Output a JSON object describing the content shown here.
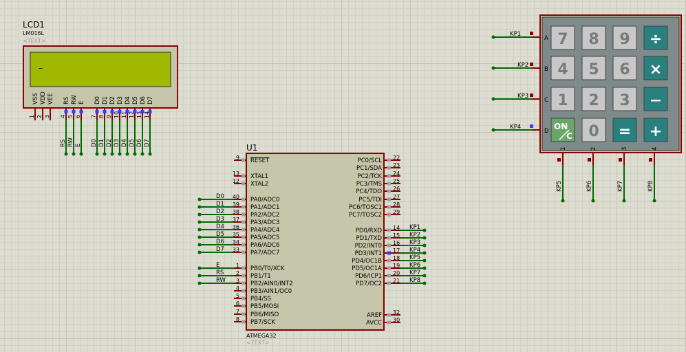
{
  "lcd": {
    "ref": "LCD1",
    "part": "LM016L",
    "text_tag": "<TEXT>",
    "display_text": "–",
    "pins": [
      {
        "name": "VSS",
        "num": "1"
      },
      {
        "name": "VDD",
        "num": "2"
      },
      {
        "name": "VEE",
        "num": "3"
      },
      {
        "name": "RS",
        "num": "4"
      },
      {
        "name": "RW",
        "num": "5"
      },
      {
        "name": "E",
        "num": "6"
      },
      {
        "name": "D0",
        "num": "7"
      },
      {
        "name": "D1",
        "num": "8"
      },
      {
        "name": "D2",
        "num": "9"
      },
      {
        "name": "D3",
        "num": "10"
      },
      {
        "name": "D4",
        "num": "11"
      },
      {
        "name": "D5",
        "num": "12"
      },
      {
        "name": "D6",
        "num": "13"
      },
      {
        "name": "D7",
        "num": "14"
      }
    ],
    "net_labels": [
      "RS",
      "RW",
      "E",
      "D0",
      "D1",
      "D2",
      "D3",
      "D4",
      "D5",
      "D6",
      "D7"
    ]
  },
  "mcu": {
    "ref": "U1",
    "part": "ATMEGA32",
    "text_tag": "<TEXT>",
    "left_pins": [
      {
        "num": "9",
        "name": "RESET",
        "net": ""
      },
      {
        "num": "13",
        "name": "XTAL1",
        "net": ""
      },
      {
        "num": "12",
        "name": "XTAL2",
        "net": ""
      },
      {
        "num": "40",
        "name": "PA0/ADC0",
        "net": "D0"
      },
      {
        "num": "39",
        "name": "PA1/ADC1",
        "net": "D1"
      },
      {
        "num": "38",
        "name": "PA2/ADC2",
        "net": "D2"
      },
      {
        "num": "37",
        "name": "PA3/ADC3",
        "net": "D3"
      },
      {
        "num": "36",
        "name": "PA4/ADC4",
        "net": "D4"
      },
      {
        "num": "35",
        "name": "PA5/ADC5",
        "net": "D5"
      },
      {
        "num": "34",
        "name": "PA6/ADC6",
        "net": "D6"
      },
      {
        "num": "33",
        "name": "PA7/ADC7",
        "net": "D7"
      },
      {
        "num": "1",
        "name": "PB0/T0/XCK",
        "net": "E"
      },
      {
        "num": "2",
        "name": "PB1/T1",
        "net": "RS"
      },
      {
        "num": "3",
        "name": "PB2/AIN0/INT2",
        "net": "RW"
      },
      {
        "num": "4",
        "name": "PB3/AIN1/OC0",
        "net": ""
      },
      {
        "num": "5",
        "name": "PB4/SS",
        "net": ""
      },
      {
        "num": "6",
        "name": "PB5/MOSI",
        "net": ""
      },
      {
        "num": "7",
        "name": "PB6/MISO",
        "net": ""
      },
      {
        "num": "8",
        "name": "PB7/SCK",
        "net": ""
      }
    ],
    "right_pins": [
      {
        "num": "22",
        "name": "PC0/SCL",
        "net": ""
      },
      {
        "num": "23",
        "name": "PC1/SDA",
        "net": ""
      },
      {
        "num": "24",
        "name": "PC2/TCK",
        "net": ""
      },
      {
        "num": "25",
        "name": "PC3/TMS",
        "net": ""
      },
      {
        "num": "26",
        "name": "PC4/TDO",
        "net": ""
      },
      {
        "num": "27",
        "name": "PC5/TDI",
        "net": ""
      },
      {
        "num": "28",
        "name": "PC6/TOSC1",
        "net": ""
      },
      {
        "num": "29",
        "name": "PC7/TOSC2",
        "net": ""
      },
      {
        "num": "14",
        "name": "PD0/RXD",
        "net": "KP1"
      },
      {
        "num": "15",
        "name": "PD1/TXD",
        "net": "KP2"
      },
      {
        "num": "16",
        "name": "PD2/INT0",
        "net": "KP3"
      },
      {
        "num": "17",
        "name": "PD3/INT1",
        "net": "KP4"
      },
      {
        "num": "18",
        "name": "PD4/OC1B",
        "net": "KP5"
      },
      {
        "num": "19",
        "name": "PD5/OC1A",
        "net": "KP6"
      },
      {
        "num": "20",
        "name": "PD6/ICP1",
        "net": "KP7"
      },
      {
        "num": "21",
        "name": "PD7/OC2",
        "net": "KP8"
      },
      {
        "num": "32",
        "name": "AREF",
        "net": ""
      },
      {
        "num": "30",
        "name": "AVCC",
        "net": ""
      }
    ]
  },
  "keypad": {
    "rows": [
      {
        "letter": "A",
        "net": "KP1"
      },
      {
        "letter": "B",
        "net": "KP2"
      },
      {
        "letter": "C",
        "net": "KP3"
      },
      {
        "letter": "D",
        "net": "KP4"
      }
    ],
    "cols": [
      {
        "num": "1",
        "net": "KP5"
      },
      {
        "num": "2",
        "net": "KP6"
      },
      {
        "num": "3",
        "net": "KP7"
      },
      {
        "num": "4",
        "net": "KP8"
      }
    ],
    "keys": [
      [
        "7",
        "8",
        "9",
        "÷"
      ],
      [
        "4",
        "5",
        "6",
        "×"
      ],
      [
        "1",
        "2",
        "3",
        "−"
      ],
      [
        "ON/C",
        "0",
        "=",
        "+"
      ]
    ]
  },
  "colors": {
    "wire": "#006a00",
    "pin_line": "#8b0000",
    "body_fill": "#c6c6aa",
    "body_stroke": "#8b0000",
    "lcd_screen": "#a0b800",
    "key_gray": "#c8c8c8",
    "key_teal": "#2a7f7f",
    "key_green": "#6aa56a"
  }
}
